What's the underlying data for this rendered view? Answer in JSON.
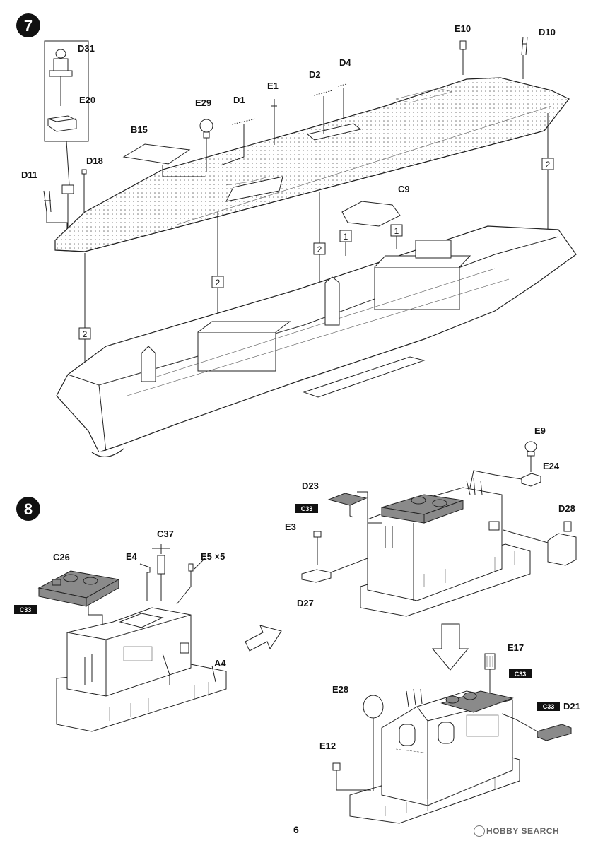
{
  "step7": {
    "number": "7",
    "labels": {
      "D31": "D31",
      "E20": "E20",
      "D18": "D18",
      "D11": "D11",
      "B15": "B15",
      "E29": "E29",
      "D1": "D1",
      "E1": "E1",
      "D2": "D2",
      "D4": "D4",
      "E10": "E10",
      "D10": "D10",
      "C9": "C9"
    },
    "callouts": [
      "2",
      "2",
      "2",
      "2",
      "1",
      "1"
    ]
  },
  "step8": {
    "number": "8",
    "labels": {
      "C26": "C26",
      "E4": "E4",
      "C37": "C37",
      "E5": "E5 ×5",
      "A4": "A4",
      "D23": "D23",
      "E3": "E3",
      "D27": "D27",
      "E9": "E9",
      "E24": "E24",
      "D28": "D28",
      "E17": "E17",
      "E28": "E28",
      "E12": "E12",
      "D21": "D21"
    },
    "color_tag": "C33"
  },
  "page_number": "6",
  "watermark": "HOBBY SEARCH"
}
